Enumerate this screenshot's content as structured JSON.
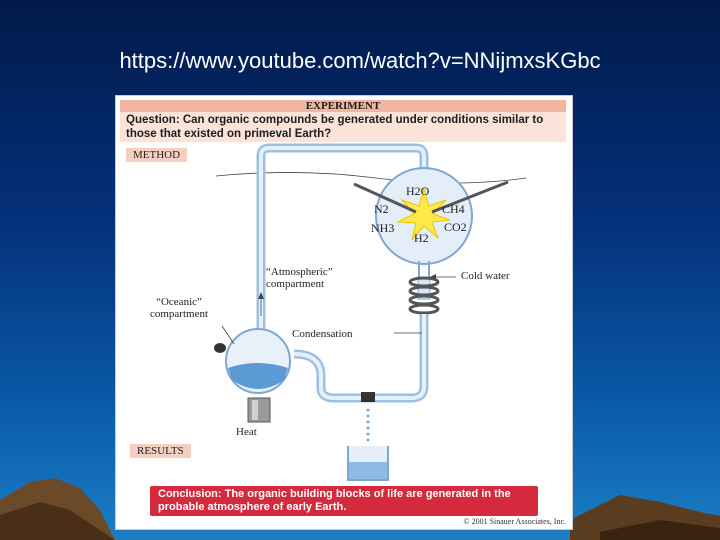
{
  "slide": {
    "title": "https://www.youtube.com/watch?v=NNijmxsKGbc"
  },
  "figure": {
    "header": "EXPERIMENT",
    "question": "Question: Can organic compounds be generated under conditions similar to those that existed on primeval Earth?",
    "method_tag": "METHOD",
    "results_tag": "RESULTS",
    "gases": {
      "water": "H2O",
      "nitrogen": "N2",
      "methane": "CH4",
      "ammonia": "NH3",
      "carbon_dioxide": "CO2",
      "hydrogen": "H2"
    },
    "labels": {
      "atmospheric": "“Atmospheric” compartment",
      "oceanic": "“Oceanic” compartment",
      "cold_water": "Cold water",
      "condensation": "Condensation",
      "heat": "Heat"
    },
    "conclusion": "Conclusion: The organic building blocks of life are generated in the probable atmosphere of early Earth.",
    "copyright": "© 2001 Sinauer Associates, Inc."
  },
  "colors": {
    "background_top": "#021a4a",
    "background_bottom": "#1b7fc4",
    "header_band": "#f1b5a3",
    "question_band": "#fbe3d9",
    "tag_band": "#f6cfc2",
    "conclusion_band": "#d52a3e",
    "tube_blue": "#bcd6ee"
  }
}
